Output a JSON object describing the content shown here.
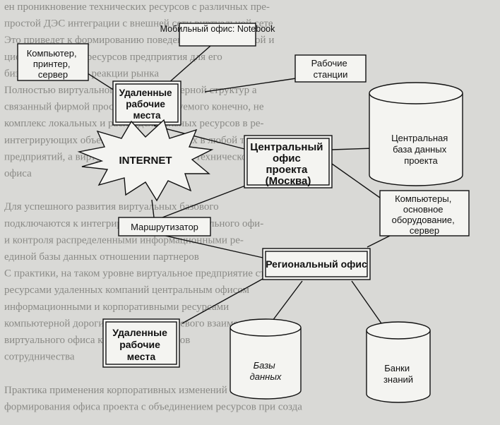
{
  "background_text": [
    "ен проникновение технических ресурсов с различных пре-",
    "простой ДЭС интеграции с внешней сети виртуальной сете",
    "Это приведет к формированию поведения дистанционной и",
    "ционной системы ресурсов предприятия для его",
    "бизнеса и быстрой реакции рынка",
    "Полностью виртуального, т.е. компьютерной структур а",
    "связанный фирмой пространства, требуемого конечно, не",
    "комплекс локальных и распределительных ресурсов в ре-",
    "интегрирующих объектов, расположенных в любой точке",
    "предприятий, а виртуально с интеграцией технической",
    "офиса",
    "",
    "Для успешного развития виртуальных базового",
    "подключаются к интегрирующей сети виртуального офи-",
    "и контроля распределенными информационными ре-",
    "единой базы данных отношении партнеров",
    "С практики, на таком уровне виртуальное предприятие сте",
    "ресурсами удаленных компаний центральным офисом",
    "информационными и корпоративными ресурсами",
    "компьютерной дороги обеспечения сетевого взаимодействия",
    "виртуального офиса компании партнеров",
    "сотрудничества",
    "",
    "Практика применения корпоративных изменений и методов",
    "формирования офиса проекта с объединением ресурсов при созда"
  ],
  "nodes": {
    "mobile_office": "Мобильный офис: Notebook",
    "computer_printer": [
      "Компьютер,",
      "принтер,",
      "сервер"
    ],
    "workstations": [
      "Рабочие",
      "станции"
    ],
    "remote_top": [
      "Удаленные",
      "рабочие",
      "места"
    ],
    "central_db": [
      "Центральная",
      "база данных",
      "проекта"
    ],
    "internet": "INTERNET",
    "central_office": [
      "Центральный",
      "офис",
      "проекта",
      "(Москва)"
    ],
    "equipment": [
      "Компьютеры,",
      "основное",
      "оборудование,",
      "сервер"
    ],
    "router": "Маршрутизатор",
    "regional_office": "Региональный офис",
    "remote_bottom": [
      "Удаленные",
      "рабочие",
      "места"
    ],
    "databases": [
      "Базы",
      "данных"
    ],
    "knowledge_banks": [
      "Банки",
      "знаний"
    ]
  },
  "colors": {
    "ink": "#111111",
    "box_fill": "#f4f4f1",
    "page": "#d9d9d6"
  }
}
